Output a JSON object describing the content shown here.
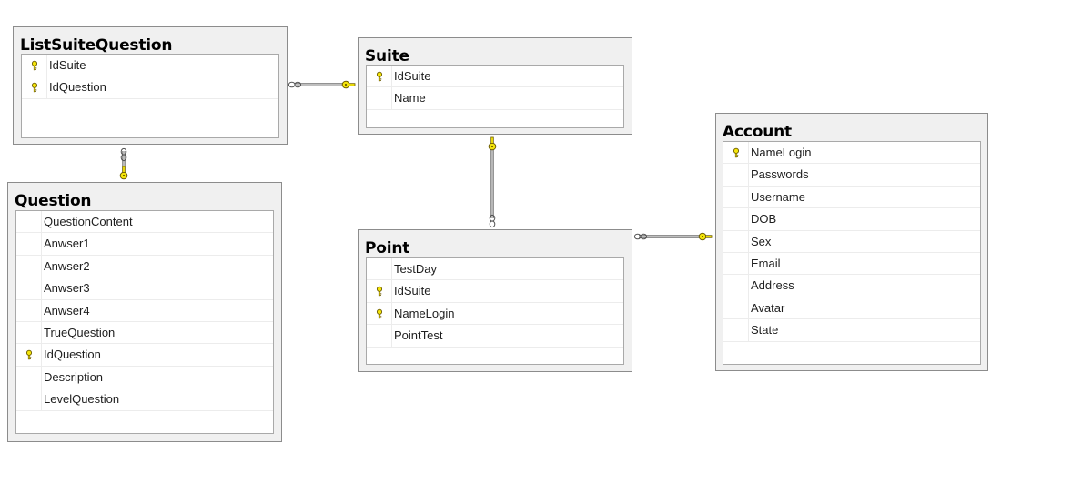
{
  "tables": {
    "listsuitequestion": {
      "name": "ListSuiteQuestion",
      "columns": [
        {
          "name": "IdSuite",
          "key": true
        },
        {
          "name": "IdQuestion",
          "key": true
        }
      ]
    },
    "suite": {
      "name": "Suite",
      "columns": [
        {
          "name": "IdSuite",
          "key": true
        },
        {
          "name": "Name",
          "key": false
        }
      ]
    },
    "question": {
      "name": "Question",
      "columns": [
        {
          "name": "QuestionContent",
          "key": false
        },
        {
          "name": "Anwser1",
          "key": false
        },
        {
          "name": "Anwser2",
          "key": false
        },
        {
          "name": "Anwser3",
          "key": false
        },
        {
          "name": "Anwser4",
          "key": false
        },
        {
          "name": "TrueQuestion",
          "key": false
        },
        {
          "name": "IdQuestion",
          "key": true
        },
        {
          "name": "Description",
          "key": false
        },
        {
          "name": "LevelQuestion",
          "key": false
        }
      ]
    },
    "point": {
      "name": "Point",
      "columns": [
        {
          "name": "TestDay",
          "key": false
        },
        {
          "name": "IdSuite",
          "key": true
        },
        {
          "name": "NameLogin",
          "key": true
        },
        {
          "name": "PointTest",
          "key": false
        }
      ]
    },
    "account": {
      "name": "Account",
      "columns": [
        {
          "name": "NameLogin",
          "key": true
        },
        {
          "name": "Passwords",
          "key": false
        },
        {
          "name": "Username",
          "key": false
        },
        {
          "name": "DOB",
          "key": false
        },
        {
          "name": "Sex",
          "key": false
        },
        {
          "name": "Email",
          "key": false
        },
        {
          "name": "Address",
          "key": false
        },
        {
          "name": "Avatar",
          "key": false
        },
        {
          "name": "State",
          "key": false
        }
      ]
    }
  },
  "relationships": [
    {
      "many": "listsuitequestion",
      "one": "suite"
    },
    {
      "many": "listsuitequestion",
      "one": "question"
    },
    {
      "many": "point",
      "one": "suite"
    },
    {
      "many": "point",
      "one": "account"
    }
  ],
  "colors": {
    "key_yellow": "#f5e60a",
    "key_outline": "#6b5a00",
    "line": "#505050"
  }
}
